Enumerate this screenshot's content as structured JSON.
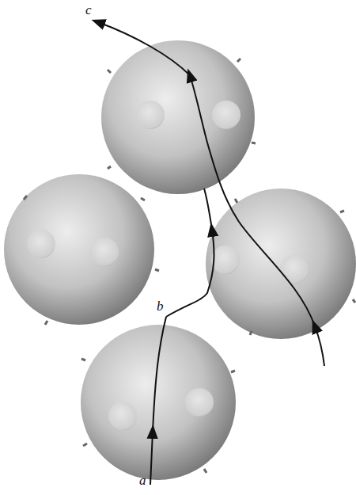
{
  "diagram": {
    "labels": [
      "c",
      "b",
      "a"
    ]
  }
}
